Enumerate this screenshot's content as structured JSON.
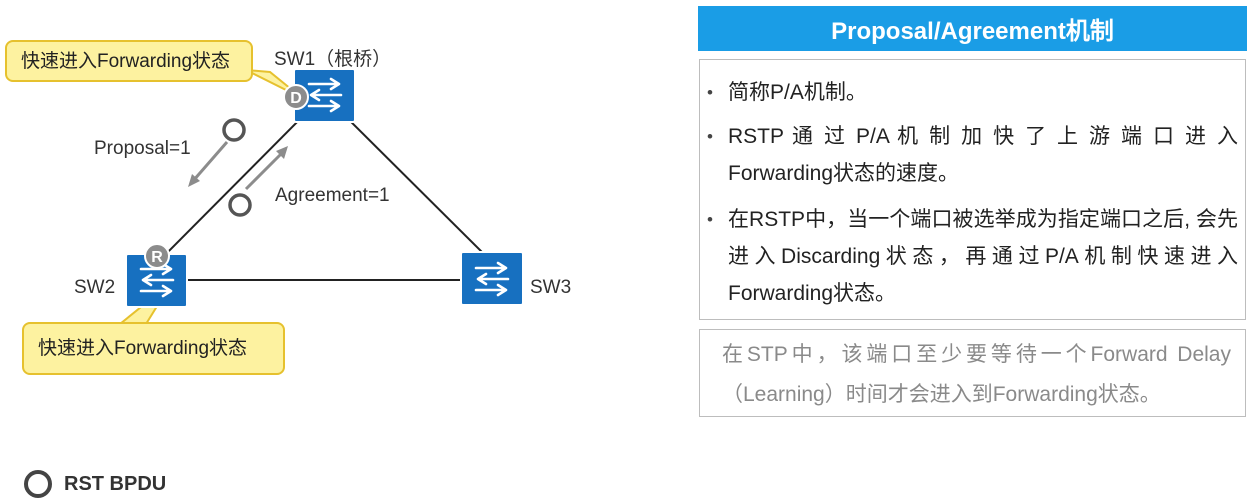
{
  "diagram": {
    "switches": {
      "sw1": "SW1（根桥）",
      "sw2": "SW2",
      "sw3": "SW3"
    },
    "port_roles": {
      "sw1_port": "D",
      "sw2_port": "R"
    },
    "messages": {
      "proposal": "Proposal=1",
      "agreement": "Agreement=1"
    },
    "callouts": {
      "top": "快速进入Forwarding状态",
      "bottom": "快速进入Forwarding状态"
    },
    "colors": {
      "switch_blue": "#1770c0",
      "callout_yellow": "#fdf2a0",
      "title_blue": "#1a9de6"
    }
  },
  "panel": {
    "title": "Proposal/Agreement机制",
    "bullets": [
      "简称P/A机制。",
      "RSTP 通 过 P/A 机 制 加 快 了 上 游 端 口 进 入 Forwarding状态的速度。",
      "在RSTP中，当一个端口被选举成为指定端口之后, 会先进入Discarding状态，再通过P/A机制快速进入Forwarding状态。"
    ],
    "note": "在STP中，该端口至少要等待一个Forward Delay （Learning）时间才会进入到Forwarding状态。"
  },
  "legend": {
    "label": "RST BPDU"
  }
}
